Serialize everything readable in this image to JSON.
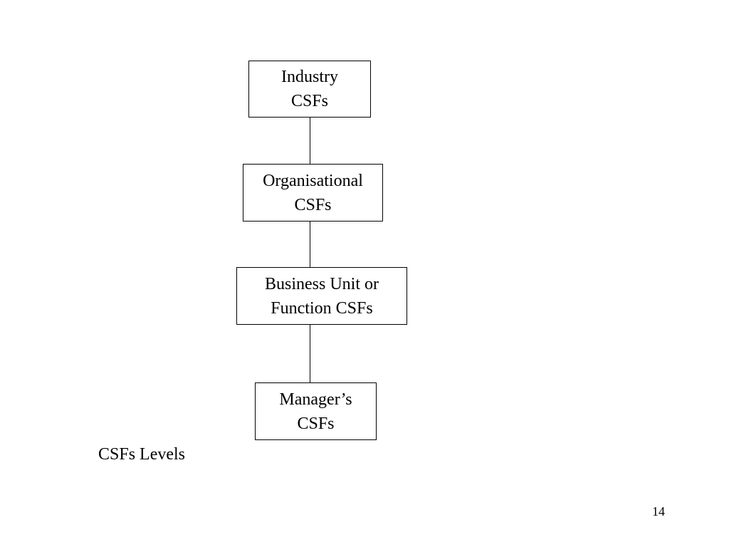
{
  "diagram": {
    "boxes": [
      {
        "line1": "Industry",
        "line2": "CSFs"
      },
      {
        "line1": "Organisational",
        "line2": "CSFs"
      },
      {
        "line1": "Business Unit or",
        "line2": "Function CSFs"
      },
      {
        "line1": "Manager’s",
        "line2": "CSFs"
      }
    ],
    "connections": [
      {
        "from": "Industry CSFs",
        "to": "Organisational CSFs"
      },
      {
        "from": "Organisational CSFs",
        "to": "Business Unit or Function CSFs"
      },
      {
        "from": "Business Unit or Function CSFs",
        "to": "Manager’s CSFs"
      }
    ]
  },
  "caption": "CSFs Levels",
  "page_number": "14"
}
